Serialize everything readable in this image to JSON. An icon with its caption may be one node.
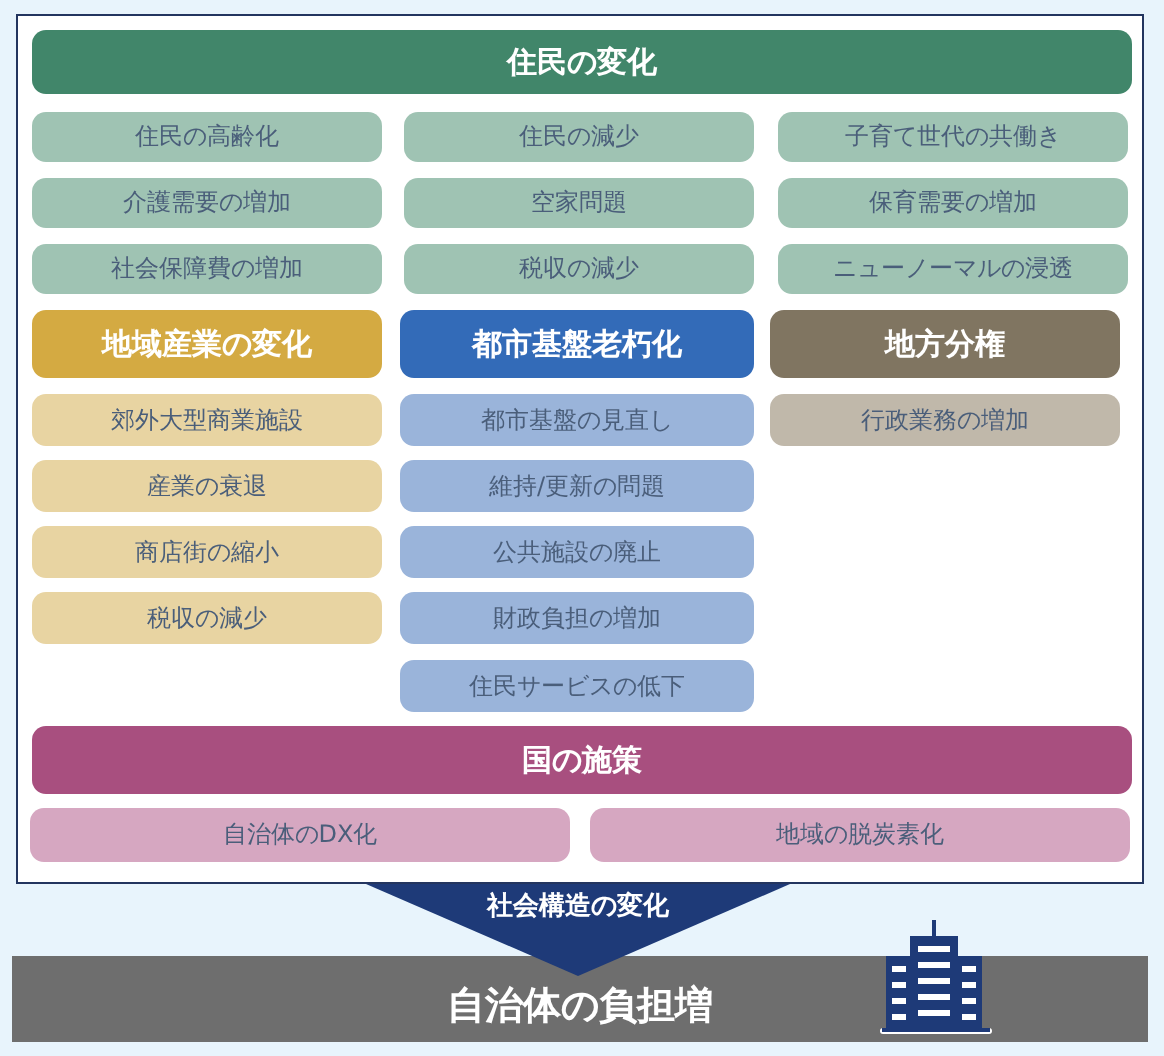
{
  "diagram": {
    "nodes": [
      {
        "text": [
          "住民の変化"
        ]
      },
      {
        "text": [
          "住民の高齢化"
        ]
      },
      {
        "text": [
          "住民の減少"
        ]
      },
      {
        "text": [
          "子育て世代の共働き"
        ]
      },
      {
        "text": [
          "介護需要の増加"
        ]
      },
      {
        "text": [
          "空家問題"
        ]
      },
      {
        "text": [
          "保育需要の増加"
        ]
      },
      {
        "text": [
          "社会保障費の増加"
        ]
      },
      {
        "text": [
          "税収の減少"
        ]
      },
      {
        "text": [
          "ニューノーマルの浸透"
        ]
      },
      {
        "text": [
          "地域産業の変化"
        ]
      },
      {
        "text": [
          "都市基盤老朽化"
        ]
      },
      {
        "text": [
          "地方分権"
        ]
      },
      {
        "text": [
          "郊外大型商業施設"
        ]
      },
      {
        "text": [
          "都市基盤の見直し"
        ]
      },
      {
        "text": [
          "行政業務の増加"
        ]
      },
      {
        "text": [
          "産業の衰退"
        ]
      },
      {
        "text": [
          "維持/更新の問題"
        ]
      },
      {
        "text": [
          "商店街の縮小"
        ]
      },
      {
        "text": [
          "公共施設の廃止"
        ]
      },
      {
        "text": [
          "税収の減少"
        ]
      },
      {
        "text": [
          "財政負担の増加"
        ]
      },
      {
        "text": [
          "住民サービスの低下"
        ]
      },
      {
        "text": [
          "国の施策"
        ]
      },
      {
        "text": [
          "自治体のDX化"
        ]
      },
      {
        "text": [
          "地域の脱炭素化"
        ]
      },
      {
        "text": [
          "社会構造の変化"
        ]
      },
      {
        "text": [
          "自治体の負担増"
        ]
      }
    ]
  }
}
